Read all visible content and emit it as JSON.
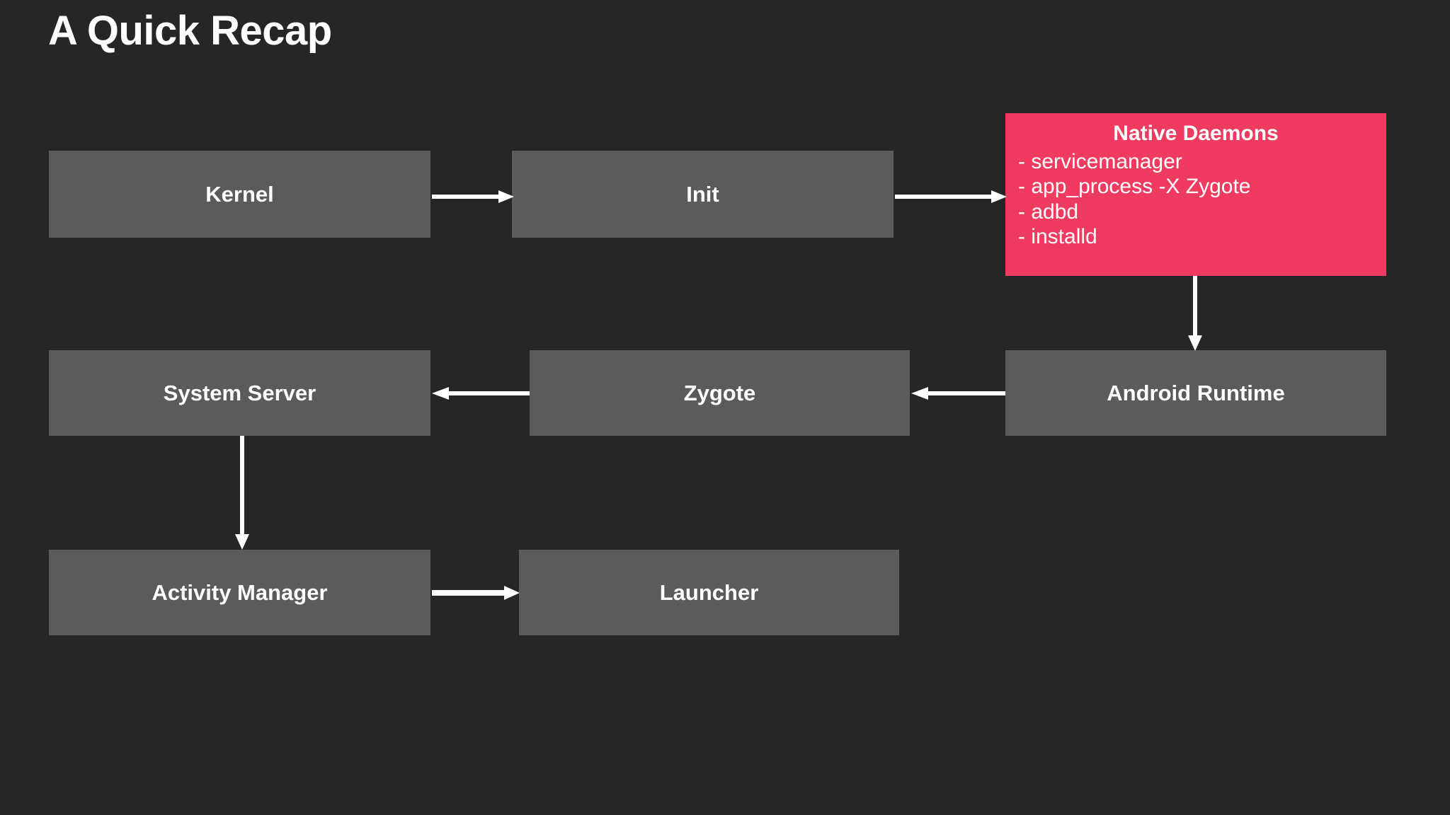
{
  "slide": {
    "title": "A Quick Recap",
    "background_color": "#262626",
    "box_color": "#5b5b5b",
    "accent_color": "#f03b60",
    "text_color": "#ffffff",
    "arrow_color": "#ffffff"
  },
  "nodes": {
    "kernel": {
      "label": "Kernel"
    },
    "init": {
      "label": "Init"
    },
    "native_daemons": {
      "title": "Native Daemons",
      "items": [
        "- servicemanager",
        "- app_process -X Zygote",
        "- adbd",
        "- installd"
      ]
    },
    "system_server": {
      "label": "System Server"
    },
    "zygote": {
      "label": "Zygote"
    },
    "android_runtime": {
      "label": "Android Runtime"
    },
    "activity_manager": {
      "label": "Activity Manager"
    },
    "launcher": {
      "label": "Launcher"
    }
  },
  "chart_data": {
    "type": "diagram",
    "title": "A Quick Recap",
    "subtype": "flowchart",
    "nodes": [
      {
        "id": "kernel",
        "label": "Kernel",
        "style": "gray",
        "row": 1,
        "col": 1
      },
      {
        "id": "init",
        "label": "Init",
        "style": "gray",
        "row": 1,
        "col": 2
      },
      {
        "id": "native_daemons",
        "label": "Native Daemons",
        "style": "red",
        "row": 1,
        "col": 3
      },
      {
        "id": "system_server",
        "label": "System Server",
        "style": "gray",
        "row": 2,
        "col": 1
      },
      {
        "id": "zygote",
        "label": "Zygote",
        "style": "gray",
        "row": 2,
        "col": 2
      },
      {
        "id": "android_runtime",
        "label": "Android Runtime",
        "style": "gray",
        "row": 2,
        "col": 3
      },
      {
        "id": "activity_manager",
        "label": "Activity Manager",
        "style": "gray",
        "row": 3,
        "col": 1
      },
      {
        "id": "launcher",
        "label": "Launcher",
        "style": "gray",
        "row": 3,
        "col": 2
      }
    ],
    "edges": [
      {
        "from": "kernel",
        "to": "init",
        "direction": "right"
      },
      {
        "from": "init",
        "to": "native_daemons",
        "direction": "right"
      },
      {
        "from": "native_daemons",
        "to": "android_runtime",
        "direction": "down"
      },
      {
        "from": "android_runtime",
        "to": "zygote",
        "direction": "left"
      },
      {
        "from": "zygote",
        "to": "system_server",
        "direction": "left"
      },
      {
        "from": "system_server",
        "to": "activity_manager",
        "direction": "down"
      },
      {
        "from": "activity_manager",
        "to": "launcher",
        "direction": "right"
      }
    ]
  }
}
